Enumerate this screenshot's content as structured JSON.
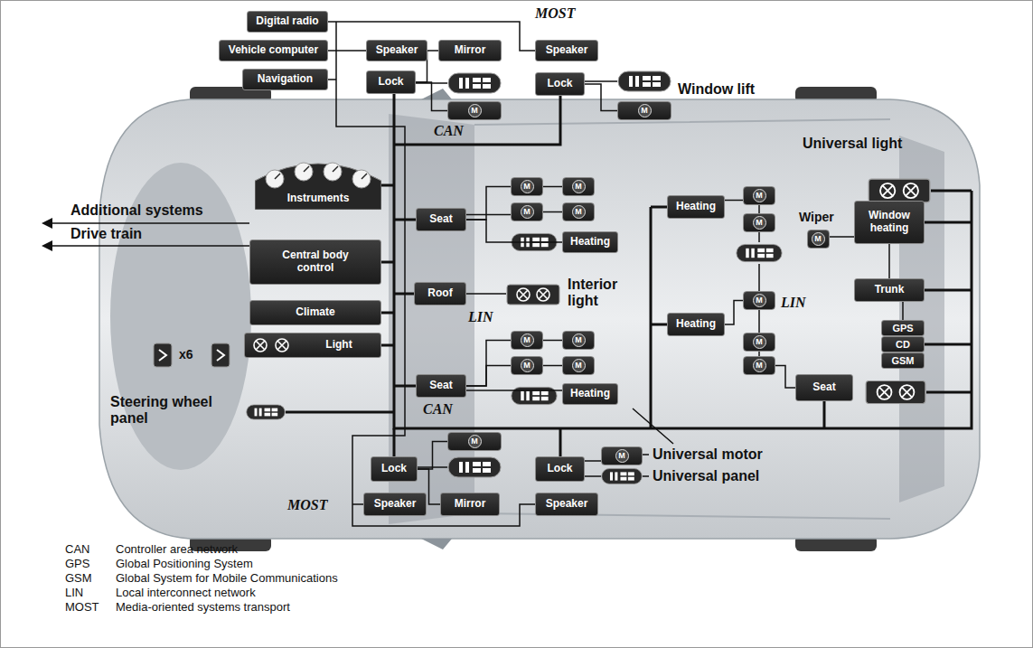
{
  "diagram": {
    "nodes": [
      {
        "text": [
          "Digital radio"
        ]
      },
      {
        "text": [
          "Vehicle computer"
        ]
      },
      {
        "text": [
          "Navigation"
        ]
      },
      {
        "text": [
          "Speaker"
        ]
      },
      {
        "text": [
          "Mirror"
        ]
      },
      {
        "text": [
          "Lock"
        ]
      },
      {
        "text": [
          "Speaker"
        ]
      },
      {
        "text": [
          "Lock"
        ]
      },
      {
        "text": [
          "M"
        ]
      },
      {
        "text": [
          "M"
        ]
      },
      {
        "text": [
          "Instruments"
        ]
      },
      {
        "text": [
          "Central body control"
        ]
      },
      {
        "text": [
          "Climate"
        ]
      },
      {
        "text": [
          "Light"
        ]
      },
      {
        "text": [
          "Seat"
        ]
      },
      {
        "text": [
          "M"
        ]
      },
      {
        "text": [
          "M"
        ]
      },
      {
        "text": [
          "M"
        ]
      },
      {
        "text": [
          "M"
        ]
      },
      {
        "text": [
          "Heating"
        ]
      },
      {
        "text": [
          "Roof"
        ]
      },
      {
        "text": [
          "Seat"
        ]
      },
      {
        "text": [
          "M"
        ]
      },
      {
        "text": [
          "M"
        ]
      },
      {
        "text": [
          "M"
        ]
      },
      {
        "text": [
          "M"
        ]
      },
      {
        "text": [
          "Heating"
        ]
      },
      {
        "text": [
          "Heating"
        ]
      },
      {
        "text": [
          "M"
        ]
      },
      {
        "text": [
          "M"
        ]
      },
      {
        "text": [
          "M"
        ]
      },
      {
        "text": [
          "Window heating"
        ]
      },
      {
        "text": [
          "Trunk"
        ]
      },
      {
        "text": [
          "Heating"
        ]
      },
      {
        "text": [
          "M"
        ]
      },
      {
        "text": [
          "M"
        ]
      },
      {
        "text": [
          "M"
        ]
      },
      {
        "text": [
          "GPS"
        ]
      },
      {
        "text": [
          "CD"
        ]
      },
      {
        "text": [
          "GSM"
        ]
      },
      {
        "text": [
          "Seat"
        ]
      },
      {
        "text": [
          "Lock"
        ]
      },
      {
        "text": [
          "M"
        ]
      },
      {
        "text": [
          "Mirror"
        ]
      },
      {
        "text": [
          "Speaker"
        ]
      },
      {
        "text": [
          "Lock"
        ]
      },
      {
        "text": [
          "M"
        ]
      },
      {
        "text": [
          "Speaker"
        ]
      }
    ],
    "edges": [
      {
        "from": 5,
        "to": 4,
        "arrow": "none"
      },
      {
        "from": 5,
        "to": 8,
        "arrow": "none"
      },
      {
        "from": 7,
        "to": 9,
        "arrow": "none"
      },
      {
        "from": 14,
        "to": 15,
        "arrow": "none"
      },
      {
        "from": 15,
        "to": 16,
        "arrow": "none"
      },
      {
        "from": 14,
        "to": 17,
        "arrow": "none"
      },
      {
        "from": 17,
        "to": 18,
        "arrow": "none"
      },
      {
        "from": 14,
        "to": 19,
        "arrow": "none"
      },
      {
        "from": 21,
        "to": 22,
        "arrow": "none"
      },
      {
        "from": 22,
        "to": 23,
        "arrow": "none"
      },
      {
        "from": 21,
        "to": 24,
        "arrow": "none"
      },
      {
        "from": 24,
        "to": 25,
        "arrow": "none"
      },
      {
        "from": 21,
        "to": 26,
        "arrow": "none"
      },
      {
        "from": 27,
        "to": 28,
        "arrow": "none"
      },
      {
        "from": 28,
        "to": 29,
        "arrow": "none"
      },
      {
        "from": 33,
        "to": 34,
        "arrow": "none"
      },
      {
        "from": 34,
        "to": 35,
        "arrow": "none"
      },
      {
        "from": 35,
        "to": 36,
        "arrow": "none"
      },
      {
        "from": 40,
        "to": 36,
        "arrow": "none"
      },
      {
        "from": 30,
        "to": 31,
        "arrow": "none"
      },
      {
        "from": 31,
        "to": 32,
        "arrow": "none"
      },
      {
        "from": 32,
        "to": 37,
        "arrow": "none"
      },
      {
        "from": 41,
        "to": 42,
        "arrow": "none"
      },
      {
        "from": 41,
        "to": 43,
        "arrow": "none"
      },
      {
        "from": 45,
        "to": 46,
        "arrow": "none"
      }
    ],
    "labels": [
      "MOST",
      "Window lift",
      "Universal light",
      "CAN",
      "Additional systems",
      "Drive train",
      "Interior light",
      "LIN",
      "CAN",
      "Wiper",
      "LIN",
      "x6",
      "Steering wheel panel",
      "Universal motor",
      "Universal panel",
      "MOST",
      "CAN",
      "GPS",
      "GSM",
      "LIN",
      "MOST"
    ],
    "legend": [
      {
        "text": "Controller area network"
      },
      {
        "text": "Global Positioning System"
      },
      {
        "text": "Global System for Mobile Communications"
      },
      {
        "text": "Local interconnect network"
      },
      {
        "text": "Media-oriented systems transport"
      }
    ]
  }
}
